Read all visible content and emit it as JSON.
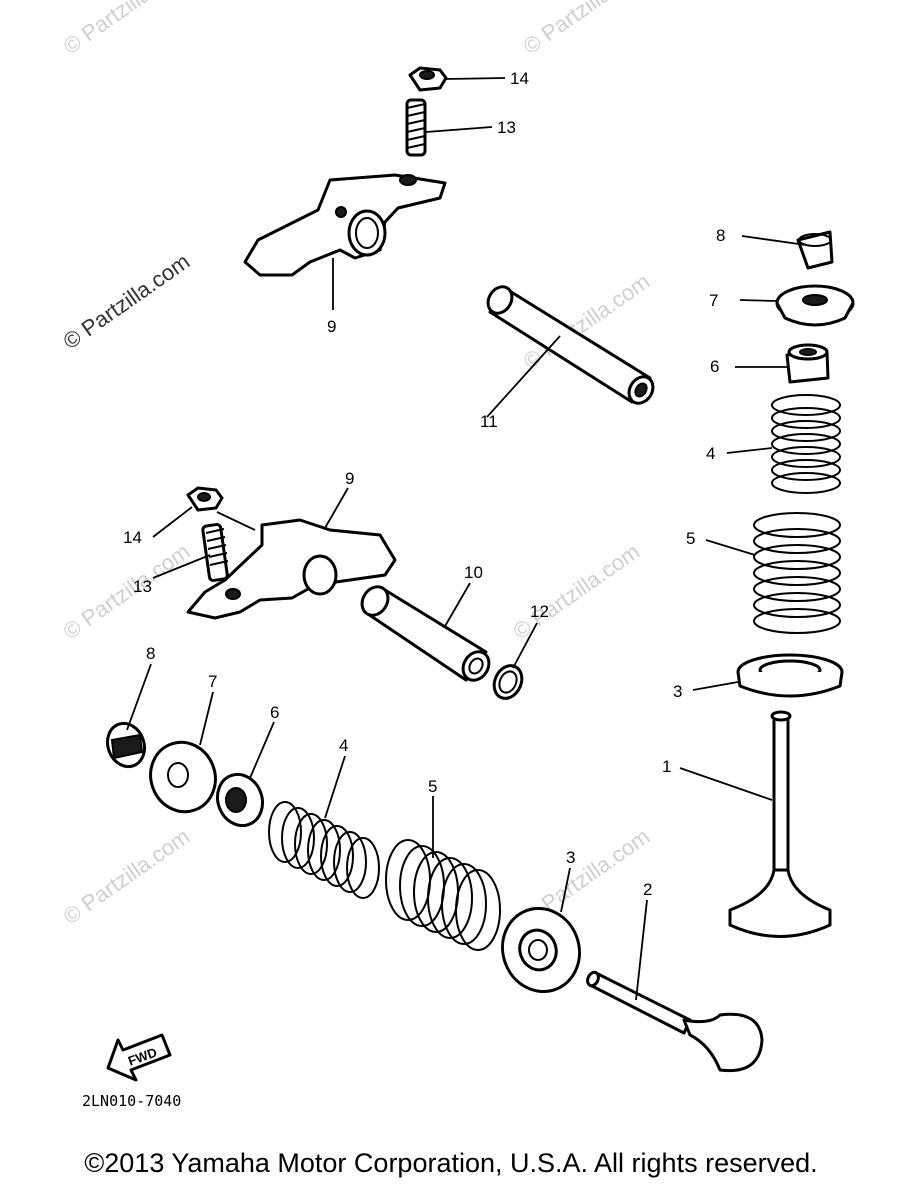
{
  "watermark": "© Partzilla.com",
  "callouts": {
    "c1": "1",
    "c2": "2",
    "c3a": "3",
    "c3b": "3",
    "c4a": "4",
    "c4b": "4",
    "c5a": "5",
    "c5b": "5",
    "c6a": "6",
    "c6b": "6",
    "c7a": "7",
    "c7b": "7",
    "c8a": "8",
    "c8b": "8",
    "c9a": "9",
    "c9b": "9",
    "c10": "10",
    "c11": "11",
    "c12": "12",
    "c13a": "13",
    "c13b": "13",
    "c14a": "14",
    "c14b": "14"
  },
  "fwd_label": "FWD",
  "diagram_code": "2LN010-7040",
  "copyright": "©2013  Yamaha Motor Corporation, U.S.A. All rights reserved."
}
